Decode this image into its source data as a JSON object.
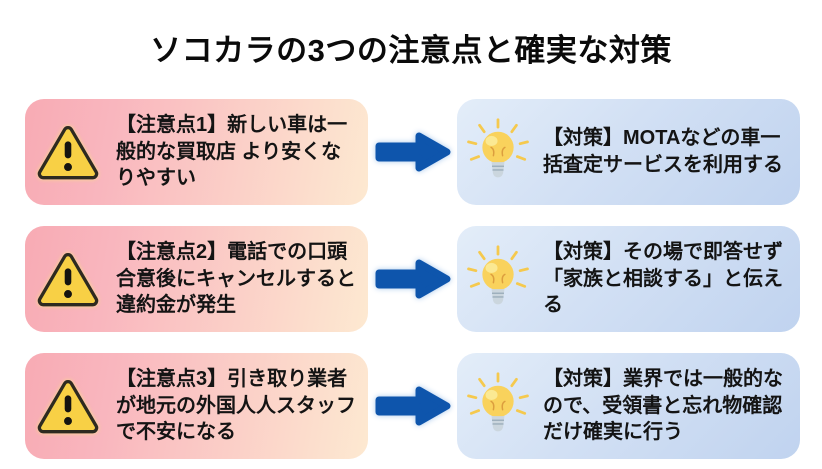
{
  "title": "ソコカラの3つの注意点と確実な対策",
  "rows": [
    {
      "problem": "【注意点1】新しい車は一般的な買取店 より安くなりやすい",
      "solution": "【対策】MOTAなどの車一括査定サービスを利用する"
    },
    {
      "problem": "【注意点2】電話での口頭合意後にキャンセルすると違約金が発生",
      "solution": "【対策】その場で即答せず「家族と相談する」と伝える"
    },
    {
      "problem": "【注意点3】引き取り業者が地元の外国人人スタッフで不安になる",
      "solution": "【対策】業界では一般的なので、受領書と忘れ物確認だけ確実に行う"
    }
  ],
  "icons": {
    "problem": "warning-triangle-icon",
    "solution": "lightbulb-icon",
    "connector": "right-arrow-icon"
  },
  "colors": {
    "background": "#ffffff",
    "title_text": "#0a0a0a",
    "body_text": "#141414",
    "problem_gradient_start": "#f8abb4",
    "problem_gradient_end": "#fde9d1",
    "solution_gradient_start": "#e3edf9",
    "solution_gradient_end": "#c0d3ef",
    "arrow_blue": "#0e55ac",
    "warning_yellow": "#f8d045",
    "warning_outline": "#2e2a20",
    "bulb_yellow": "#f9d25c",
    "bulb_base_grey": "#cbd6de"
  }
}
